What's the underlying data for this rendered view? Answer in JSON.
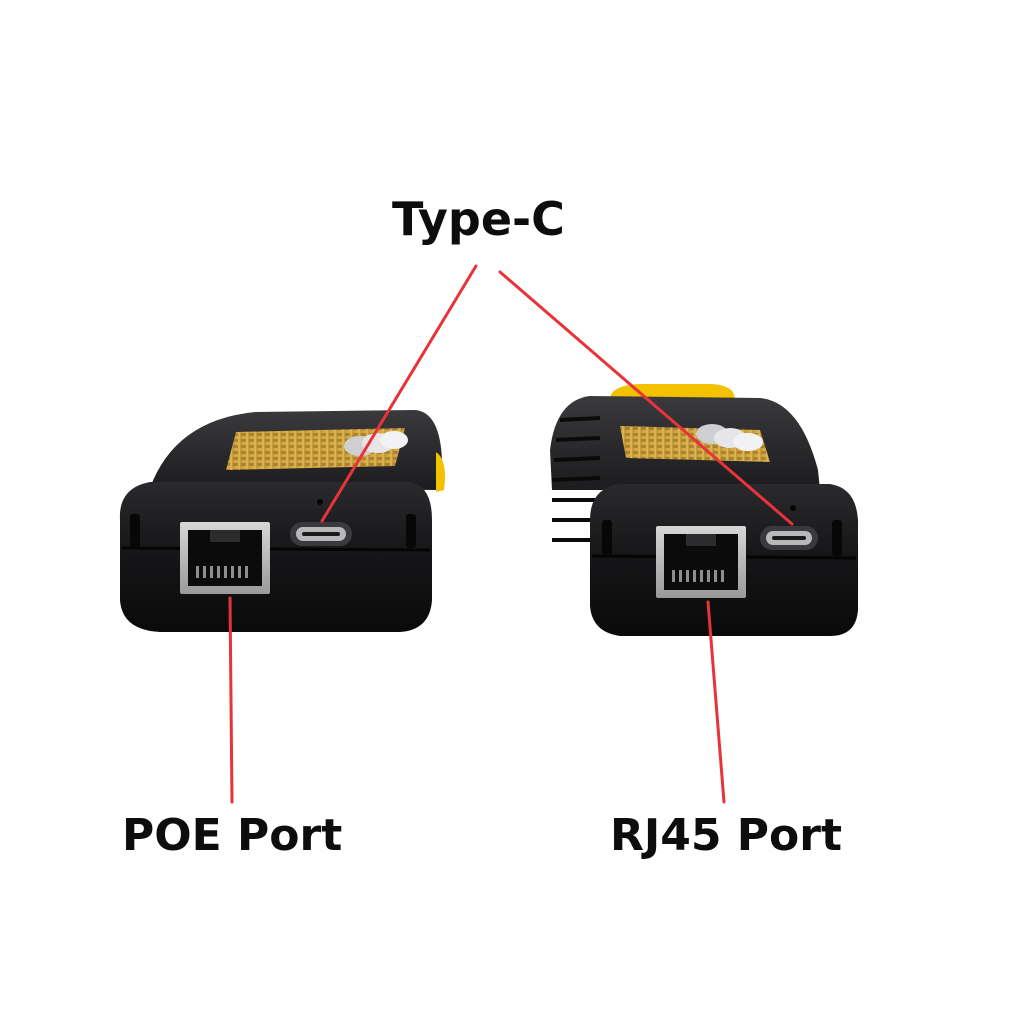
{
  "labels": {
    "type_c": "Type-C",
    "poe_port": "POE Port",
    "rj45_port": "RJ45 Port"
  },
  "colors": {
    "background": "#ffffff",
    "body": "#1a1a1c",
    "accent_yellow": "#f2c200",
    "callout_line": "#e8333a",
    "label_text": "#0d0d0d",
    "port_frame": "#b9b9b9"
  },
  "icons": [
    "rj45-port-icon",
    "usb-c-port-icon",
    "led-hole-icon",
    "thumb-wheel-icon"
  ]
}
